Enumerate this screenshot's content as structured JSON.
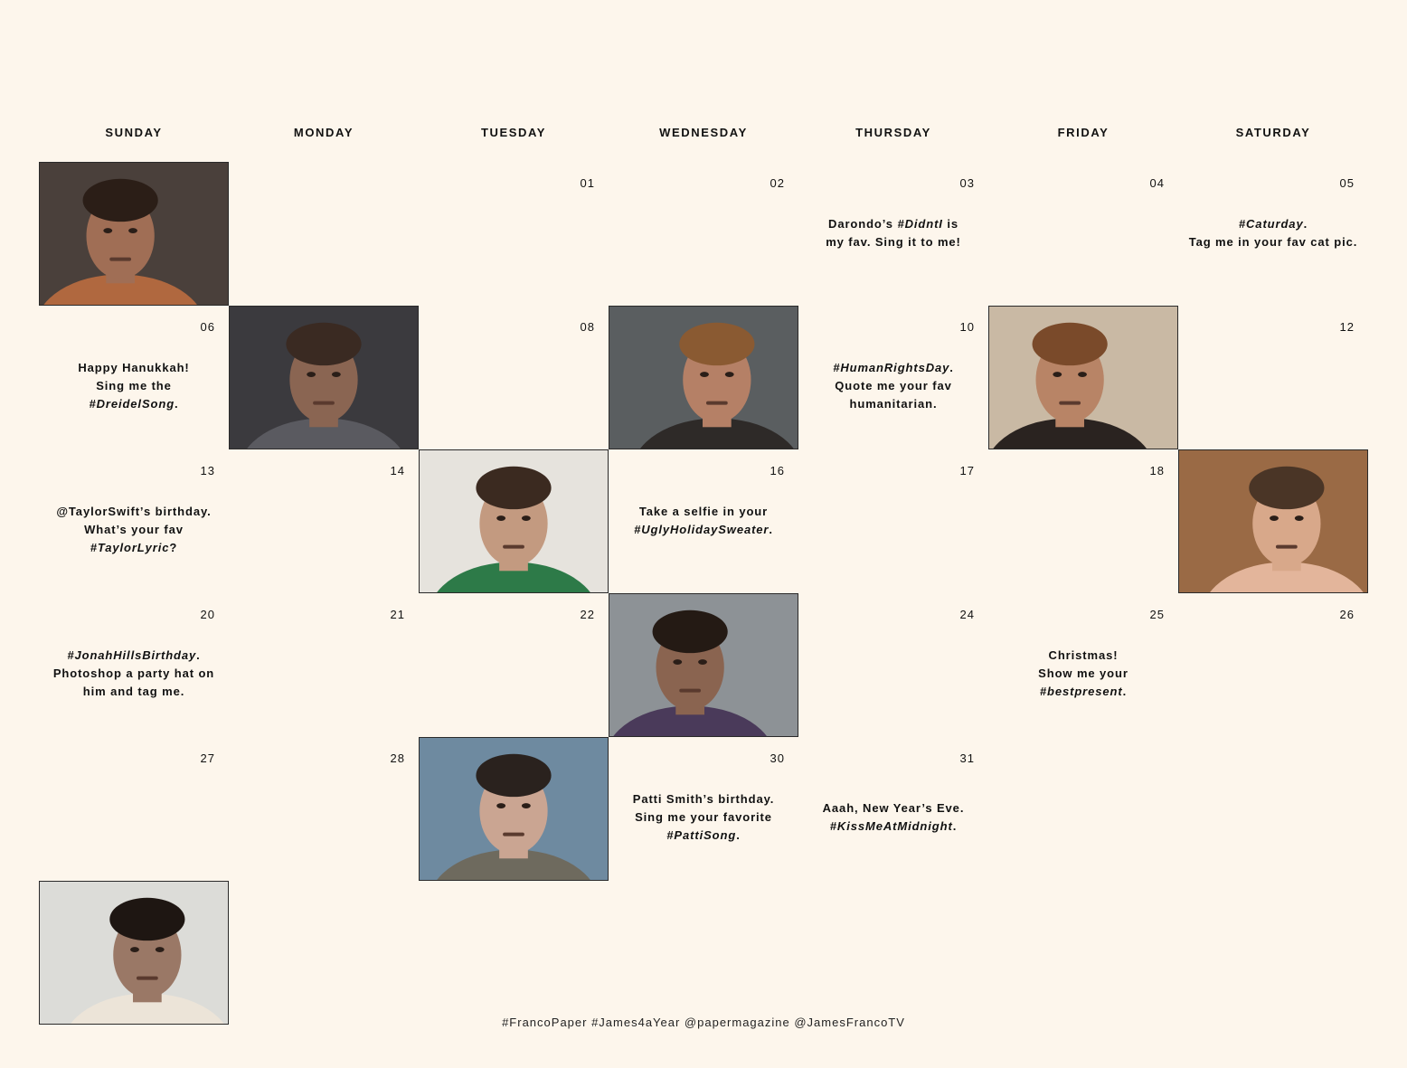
{
  "weekdays": [
    "SUNDAY",
    "MONDAY",
    "TUESDAY",
    "WEDNESDAY",
    "THURSDAY",
    "FRIDAY",
    "SATURDAY"
  ],
  "days": [
    {
      "num": "01",
      "col": 2,
      "row": 0
    },
    {
      "num": "02",
      "col": 3,
      "row": 0
    },
    {
      "num": "03",
      "col": 4,
      "row": 0,
      "prompt": [
        [
          {
            "t": "Darondo’s "
          },
          {
            "t": "#DidntI",
            "i": true
          },
          {
            "t": " is"
          }
        ],
        [
          {
            "t": "my fav. Sing it to me!"
          }
        ]
      ]
    },
    {
      "num": "04",
      "col": 5,
      "row": 0
    },
    {
      "num": "05",
      "col": 6,
      "row": 0,
      "prompt": [
        [
          {
            "t": "#Caturday",
            "i": true
          },
          {
            "t": "."
          }
        ],
        [
          {
            "t": "Tag me in your fav cat pic."
          }
        ]
      ]
    },
    {
      "num": "06",
      "col": 0,
      "row": 1,
      "prompt": [
        [
          {
            "t": "Happy Hanukkah!"
          }
        ],
        [
          {
            "t": "Sing me the"
          }
        ],
        [
          {
            "t": "#DreidelSong",
            "i": true
          },
          {
            "t": "."
          }
        ]
      ]
    },
    {
      "num": "08",
      "col": 2,
      "row": 1
    },
    {
      "num": "10",
      "col": 4,
      "row": 1,
      "prompt": [
        [
          {
            "t": "#HumanRightsDay",
            "i": true
          },
          {
            "t": "."
          }
        ],
        [
          {
            "t": "Quote me your fav"
          }
        ],
        [
          {
            "t": "humanitarian."
          }
        ]
      ]
    },
    {
      "num": "12",
      "col": 6,
      "row": 1
    },
    {
      "num": "13",
      "col": 0,
      "row": 2,
      "prompt": [
        [
          {
            "t": "@TaylorSwift’s birthday."
          }
        ],
        [
          {
            "t": "What’s your fav"
          }
        ],
        [
          {
            "t": "#TaylorLyric",
            "i": true
          },
          {
            "t": "?"
          }
        ]
      ]
    },
    {
      "num": "14",
      "col": 1,
      "row": 2
    },
    {
      "num": "16",
      "col": 3,
      "row": 2,
      "prompt": [
        [
          {
            "t": "Take a selfie in your"
          }
        ],
        [
          {
            "t": "#UglyHolidaySweater",
            "i": true
          },
          {
            "t": "."
          }
        ]
      ]
    },
    {
      "num": "17",
      "col": 4,
      "row": 2
    },
    {
      "num": "18",
      "col": 5,
      "row": 2
    },
    {
      "num": "20",
      "col": 0,
      "row": 3,
      "prompt": [
        [
          {
            "t": "#JonahHillsBirthday",
            "i": true
          },
          {
            "t": "."
          }
        ],
        [
          {
            "t": "Photoshop a party hat on"
          }
        ],
        [
          {
            "t": "him and tag me."
          }
        ]
      ]
    },
    {
      "num": "21",
      "col": 1,
      "row": 3
    },
    {
      "num": "22",
      "col": 2,
      "row": 3
    },
    {
      "num": "24",
      "col": 4,
      "row": 3
    },
    {
      "num": "25",
      "col": 5,
      "row": 3,
      "prompt": [
        [
          {
            "t": "Christmas!"
          }
        ],
        [
          {
            "t": "Show me your"
          }
        ],
        [
          {
            "t": "#bestpresent",
            "i": true
          },
          {
            "t": "."
          }
        ]
      ]
    },
    {
      "num": "26",
      "col": 6,
      "row": 3
    },
    {
      "num": "27",
      "col": 0,
      "row": 4
    },
    {
      "num": "28",
      "col": 1,
      "row": 4
    },
    {
      "num": "30",
      "col": 3,
      "row": 4,
      "prompt": [
        [
          {
            "t": "Patti Smith’s birthday."
          }
        ],
        [
          {
            "t": "Sing me your favorite"
          }
        ],
        [
          {
            "t": "#PattiSong",
            "i": true
          },
          {
            "t": "."
          }
        ]
      ]
    },
    {
      "num": "31",
      "col": 4,
      "row": 4,
      "prompt": [
        [
          {
            "t": "Aaah, New Year’s Eve."
          }
        ],
        [
          {
            "t": "#KissMeAtMidnight",
            "i": true
          },
          {
            "t": "."
          }
        ]
      ]
    }
  ],
  "photos": [
    {
      "col": 0,
      "row": 0,
      "bg": "#4a403b",
      "skin": "#a06e55",
      "hair": "#2b1e17",
      "shirt": "#b0683f"
    },
    {
      "col": 1,
      "row": 1,
      "bg": "#3b3a3e",
      "skin": "#8a6552",
      "hair": "#3a2a22",
      "shirt": "#5a5a60"
    },
    {
      "col": 3,
      "row": 1,
      "bg": "#5a5e60",
      "skin": "#b58066",
      "hair": "#8a5a32",
      "shirt": "#2e2a28"
    },
    {
      "col": 5,
      "row": 1,
      "bg": "#c9b9a4",
      "skin": "#b88466",
      "hair": "#7a4a2a",
      "shirt": "#2a2320"
    },
    {
      "col": 2,
      "row": 2,
      "bg": "#e6e3dd",
      "skin": "#c39a80",
      "hair": "#3b2a20",
      "shirt": "#2d7a48"
    },
    {
      "col": 6,
      "row": 2,
      "bg": "#9a6a45",
      "skin": "#d8a88a",
      "hair": "#4a3526",
      "shirt": "#e3b59b"
    },
    {
      "col": 3,
      "row": 3,
      "bg": "#8d9296",
      "skin": "#8a6450",
      "hair": "#241a14",
      "shirt": "#4a3a5a"
    },
    {
      "col": 2,
      "row": 4,
      "bg": "#6e8aa0",
      "skin": "#caa592",
      "hair": "#2a221e",
      "shirt": "#6e6a5e"
    },
    {
      "col": 0,
      "row": 5,
      "bg": "#dcdcd8",
      "skin": "#9a7866",
      "hair": "#1e1612",
      "shirt": "#ece4d8"
    }
  ],
  "footer": "#FrancoPaper #James4aYear @papermagazine @JamesFrancoTV"
}
